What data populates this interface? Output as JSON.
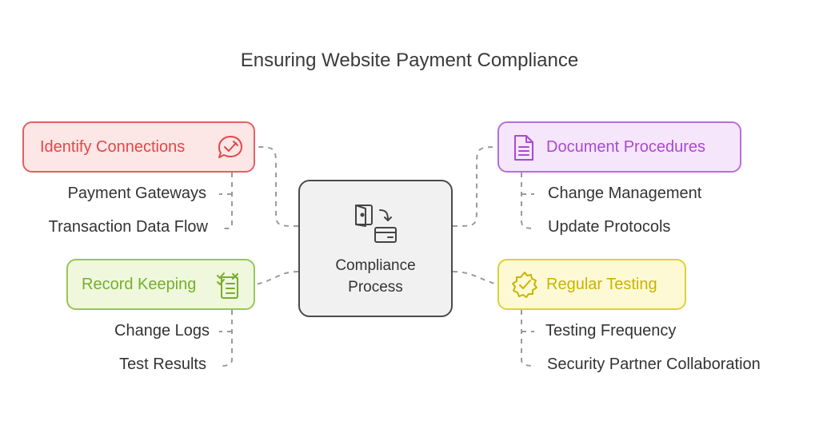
{
  "title": "Ensuring Website Payment Compliance",
  "center": {
    "line1": "Compliance",
    "line2": "Process",
    "icon": "payment-transfer-icon"
  },
  "nodes": {
    "identify": {
      "label": "Identify Connections",
      "icon": "check-bubble-icon",
      "color": "#e04848",
      "items": [
        "Payment Gateways",
        "Transaction Data Flow"
      ]
    },
    "document": {
      "label": "Document Procedures",
      "icon": "document-icon",
      "color": "#a94ad0",
      "items": [
        "Change Management",
        "Update Protocols"
      ]
    },
    "record": {
      "label": "Record Keeping",
      "icon": "checklist-icon",
      "color": "#78ad2c",
      "items": [
        "Change Logs",
        "Test Results"
      ]
    },
    "testing": {
      "label": "Regular Testing",
      "icon": "gear-check-icon",
      "color": "#c8b400",
      "items": [
        "Testing Frequency",
        "Security Partner Collaboration"
      ]
    }
  }
}
